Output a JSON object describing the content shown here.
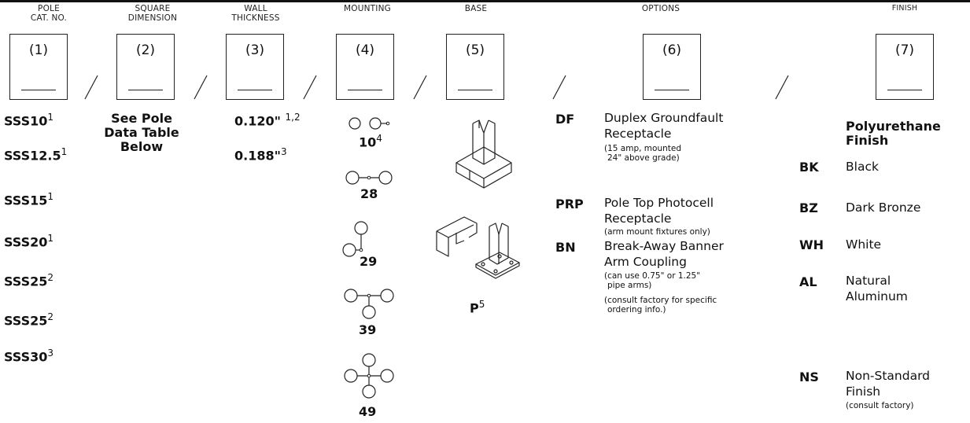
{
  "headers": {
    "pole": [
      "POLE",
      "CAT. NO."
    ],
    "square": [
      "SQUARE",
      "DIMENSION"
    ],
    "wall": [
      "WALL",
      "THICKNESS"
    ],
    "mounting": "MOUNTING",
    "base": "BASE",
    "options": "OPTIONS",
    "finish": "FINISH"
  },
  "boxes": [
    "(1)",
    "(2)",
    "(3)",
    "(4)",
    "(5)",
    "(6)",
    "(7)"
  ],
  "pole_catalog": [
    {
      "code": "SSS10",
      "note": "1"
    },
    {
      "code": "SSS12.5",
      "note": "1"
    },
    {
      "code": "SSS15",
      "note": "1"
    },
    {
      "code": "SSS20",
      "note": "1"
    },
    {
      "code": "SSS25",
      "note": "2"
    },
    {
      "code": "SSS25",
      "note": "2"
    },
    {
      "code": "SSS30",
      "note": "3"
    }
  ],
  "square_dimension": [
    "See Pole",
    "Data Table",
    "Below"
  ],
  "wall_thickness": [
    {
      "value": "0.120\"",
      "note": "1,2"
    },
    {
      "value": "0.188\"",
      "note": "3"
    }
  ],
  "mounting": [
    {
      "code": "10",
      "note": "4"
    },
    {
      "code": "28",
      "note": ""
    },
    {
      "code": "29",
      "note": ""
    },
    {
      "code": "39",
      "note": ""
    },
    {
      "code": "49",
      "note": ""
    }
  ],
  "base": {
    "code": "P",
    "note": "5"
  },
  "options": [
    {
      "code": "DF",
      "desc": [
        "Duplex Groundfault",
        "Receptacle"
      ],
      "small": [
        "(15 amp, mounted",
        "24\" above grade)"
      ]
    },
    {
      "code": "PRP",
      "desc": [
        "Pole Top Photocell",
        "Receptacle"
      ],
      "small": [
        "(arm mount fixtures only)"
      ]
    },
    {
      "code": "BN",
      "desc": [
        "Break-Away Banner",
        "Arm Coupling"
      ],
      "small": [
        "(can use 0.75\" or 1.25\"",
        "pipe arms)"
      ],
      "small2": [
        "(consult factory for specific",
        "ordering info.)"
      ]
    }
  ],
  "finish": {
    "title": [
      "Polyurethane",
      "Finish"
    ],
    "items": [
      {
        "code": "BK",
        "desc": [
          "Black"
        ]
      },
      {
        "code": "BZ",
        "desc": [
          "Dark Bronze"
        ]
      },
      {
        "code": "WH",
        "desc": [
          "White"
        ]
      },
      {
        "code": "AL",
        "desc": [
          "Natural",
          "Aluminum"
        ]
      },
      {
        "code": "NS",
        "desc": [
          "Non-Standard",
          "Finish"
        ],
        "small": "(consult factory)"
      }
    ]
  }
}
